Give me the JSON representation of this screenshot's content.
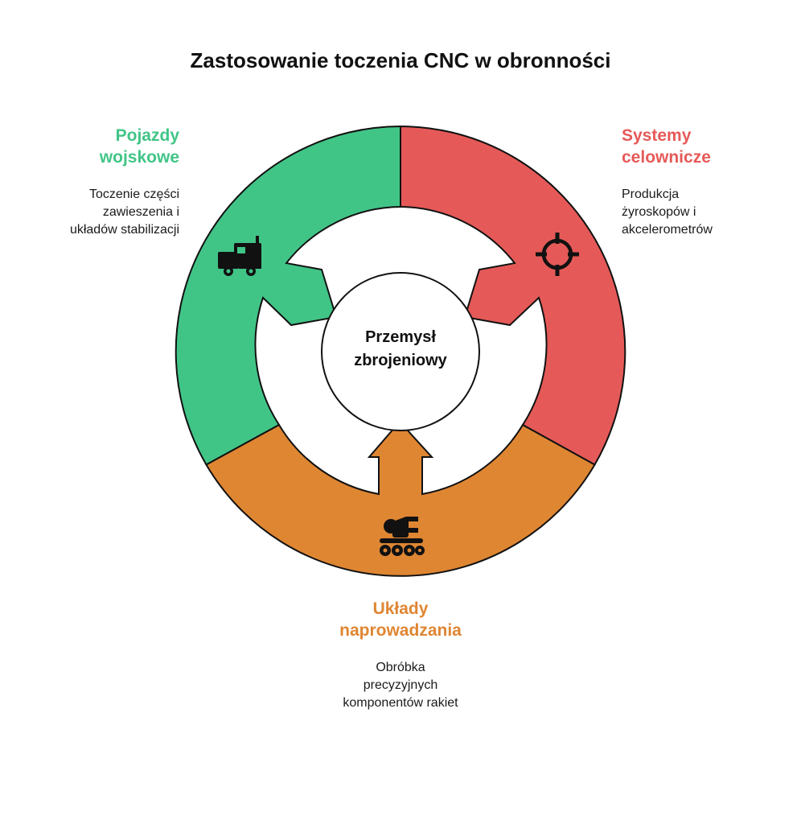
{
  "title": "Zastosowanie toczenia CNC w obronności",
  "center": {
    "line1": "Przemysł",
    "line2": "zbrojeniowy"
  },
  "segments": [
    {
      "heading_line1": "Pojazdy",
      "heading_line2": "wojskowe",
      "desc_line1": "Toczenie części",
      "desc_line2": "zawieszenia i",
      "desc_line3": "układów stabilizacji",
      "color": "#41C587",
      "icon": "military-vehicle-icon"
    },
    {
      "heading_line1": "Systemy",
      "heading_line2": "celownicze",
      "desc_line1": "Produkcja",
      "desc_line2": "żyroskopów i",
      "desc_line3": "akcelerometrów",
      "color": "#E55A58",
      "icon": "crosshair-icon"
    },
    {
      "heading_line1": "Układy",
      "heading_line2": "naprowadzania",
      "desc_line1": "Obróbka",
      "desc_line2": "precyzyjnych",
      "desc_line3": "komponentów rakiet",
      "color": "#DF8633",
      "icon": "robot-turret-icon"
    }
  ]
}
